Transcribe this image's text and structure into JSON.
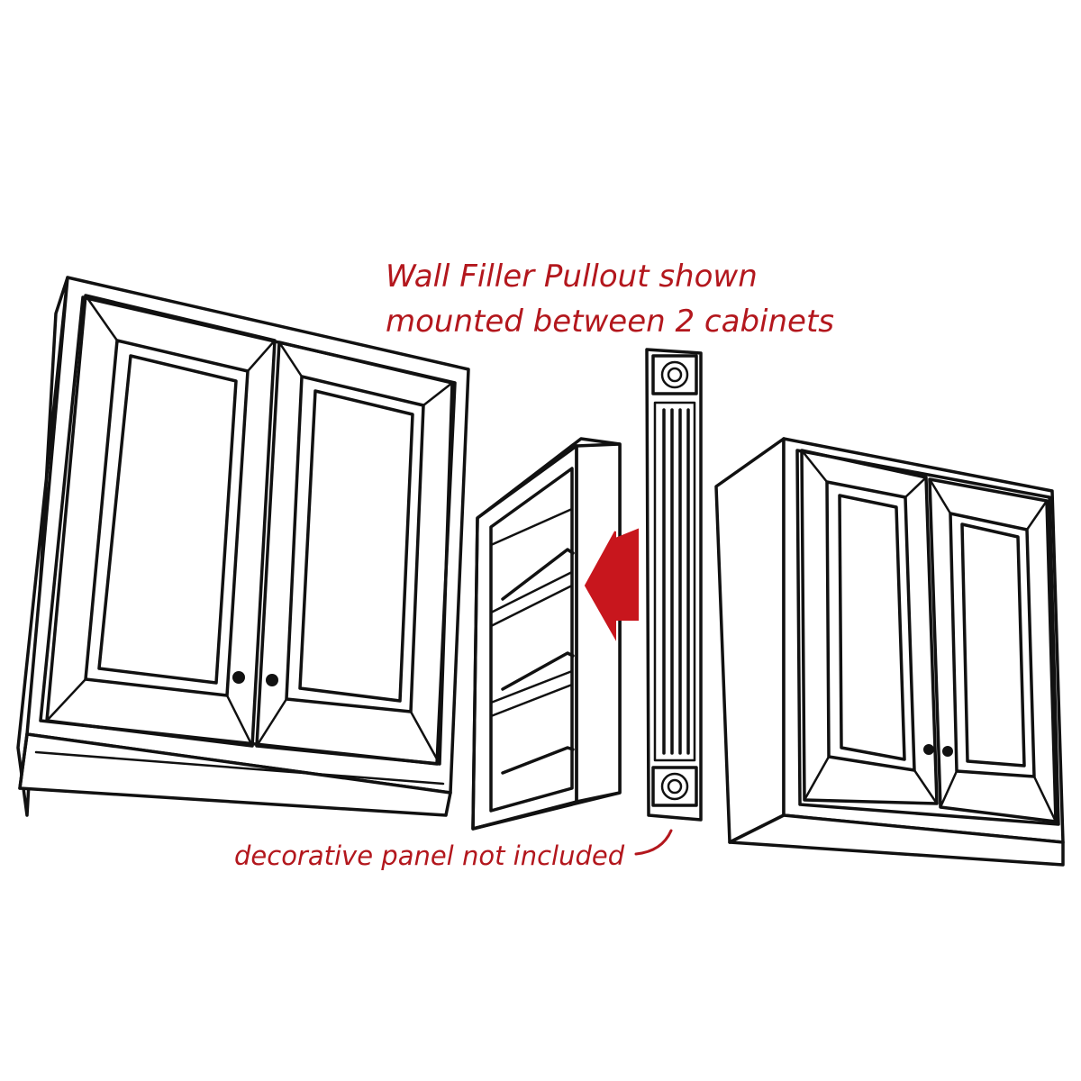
{
  "caption": {
    "line1": "Wall Filler Pullout shown",
    "line2": "mounted between 2 cabinets"
  },
  "note": "decorative panel not included",
  "colors": {
    "label": "#b3171d",
    "arrow": "#c8161d",
    "ink": "#111111"
  }
}
